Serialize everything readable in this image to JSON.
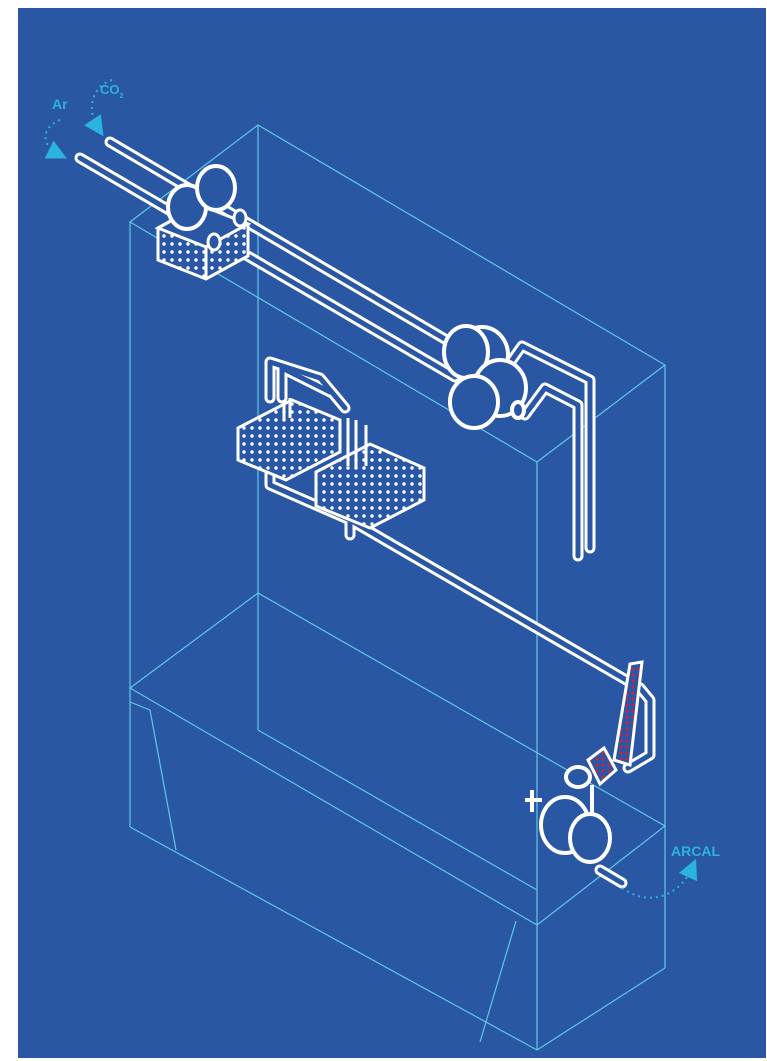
{
  "labels": {
    "ar": "Ar",
    "co2_main": "CO",
    "co2_sub": "2",
    "arcal": "ARCAL"
  },
  "colors": {
    "background": "#2957a4",
    "outline": "#5ec8e6",
    "pipe": "#ffffff",
    "accent": "#2bb3e0",
    "highlight": "#d81e3c"
  },
  "icons": [
    "curved-arrow-icon",
    "gas-regulator-icon",
    "valve-block-icon",
    "torch-valve-icon"
  ]
}
